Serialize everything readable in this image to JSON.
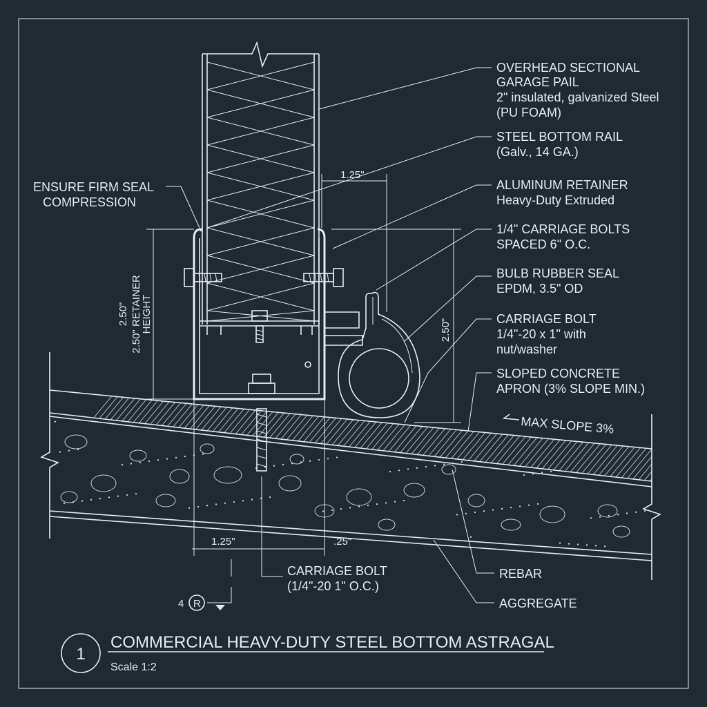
{
  "callouts": [
    {
      "lines": [
        "OVERHEAD SECTIONAL",
        "GARAGE PAIL",
        "2\" insulated, galvanized Steel",
        "(PU FOAM)"
      ]
    },
    {
      "lines": [
        "STEEL BOTTOM RAIL",
        "(Galv., 14 GA.)"
      ]
    },
    {
      "lines": [
        "ALUMINUM RETAINER",
        "Heavy-Duty Extruded"
      ]
    },
    {
      "lines": [
        "1/4\" CARRIAGE BOLTS",
        "SPACED 6\" O.C."
      ]
    },
    {
      "lines": [
        "BULB RUBBER SEAL",
        "EPDM, 3.5\" OD"
      ]
    },
    {
      "lines": [
        "CARRIAGE BOLT",
        "1/4\"-20 x 1\" with",
        "nut/washer"
      ]
    },
    {
      "lines": [
        "SLOPED CONCRETE",
        "APRON (3% SLOPE MIN.)"
      ]
    }
  ],
  "left_note": [
    "ENSURE FIRM SEAL",
    "COMPRESSION"
  ],
  "slope_note": "MAX SLOPE 3%",
  "dimensions": {
    "top_width": "1.25\"",
    "left_height_1": "2.50\"",
    "left_height_2": "2.50\" RETAINER",
    "left_height_3": "HEIGHT",
    "right_height": "2.50\"",
    "bottom_width": "1.25\"",
    "bottom_small": ".25\""
  },
  "bottom_callouts": {
    "carriage_bolt": [
      "CARRIAGE BOLT",
      "(1/4\"-20 1\" O.C.)"
    ],
    "rebar": "REBAR",
    "aggregate": "AGGREGATE"
  },
  "section_marker": {
    "number": "4",
    "letter": "R"
  },
  "title_block": {
    "number": "1",
    "title": "COMMERCIAL HEAVY-DUTY STEEL BOTTOM ASTRAGAL",
    "scale": "Scale 1:2"
  },
  "colors": {
    "background": "#1f2a33",
    "linework": "#e6ebef"
  }
}
